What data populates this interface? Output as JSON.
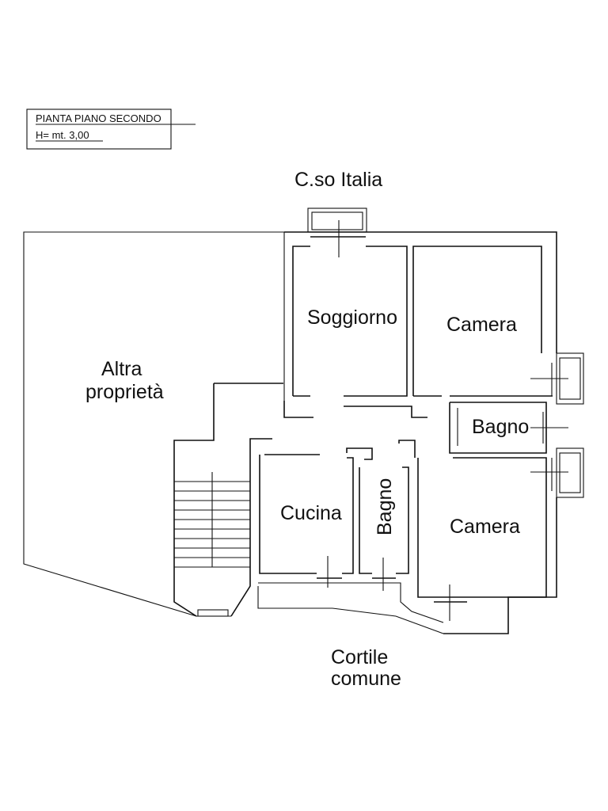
{
  "legend": {
    "line1": "PIANTA PIANO SECONDO",
    "line2": "H= mt. 3,00"
  },
  "streets": {
    "north": "C.so Italia",
    "south_line1": "Cortile",
    "south_line2": "comune"
  },
  "rooms": {
    "other_property_line1": "Altra",
    "other_property_line2": "proprietà",
    "living": "Soggiorno",
    "bedroom_north": "Camera",
    "bathroom_east": "Bagno",
    "kitchen": "Cucina",
    "bathroom_center": "Bagno",
    "bedroom_south": "Camera"
  }
}
